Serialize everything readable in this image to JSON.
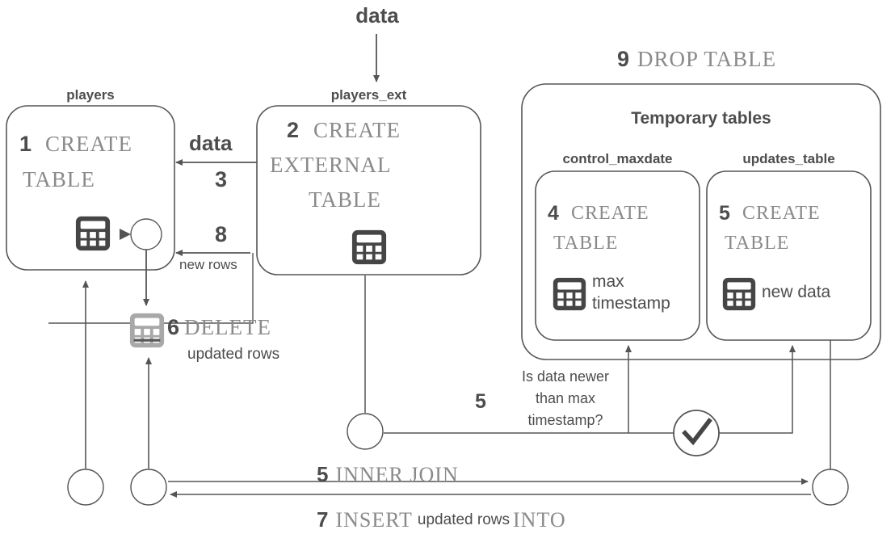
{
  "diagram": {
    "title_top_label": "data",
    "drop_step": {
      "number": "9",
      "sql": "DROP TABLE"
    },
    "boxes": {
      "players": {
        "title": "players",
        "step_number": "1",
        "sql_line1": "CREATE",
        "sql_line2": "TABLE",
        "icon": "table-icon"
      },
      "players_ext": {
        "title": "players_ext",
        "step_number": "2",
        "sql_line1": "CREATE",
        "sql_line2": "EXTERNAL",
        "sql_line3": "TABLE",
        "icon": "table-icon"
      },
      "temporary": {
        "title": "Temporary tables",
        "control_maxdate": {
          "title": "control_maxdate",
          "step_number": "4",
          "sql_line1": "CREATE",
          "sql_line2": "TABLE",
          "icon": "table-icon",
          "payload_line1": "max",
          "payload_line2": "timestamp"
        },
        "updates_table": {
          "title": "updates_table",
          "step_number": "5",
          "sql_line1": "CREATE",
          "sql_line2": "TABLE",
          "icon": "table-icon",
          "payload_line1": "new data"
        }
      }
    },
    "edges": {
      "data_to_players_label": "data",
      "data_to_players_number": "3",
      "new_rows_number": "8",
      "new_rows_label": "new rows",
      "delete_number": "6",
      "delete_sql": "DELETE",
      "delete_sub": "updated rows",
      "decision_number": "5",
      "decision_line1": "Is data newer",
      "decision_line2": "than max",
      "decision_line3": "timestamp?",
      "inner_join_number": "5",
      "inner_join_sql": "INNER JOIN",
      "insert_number": "7",
      "insert_sql_1": "INSERT",
      "insert_mid": "updated rows",
      "insert_sql_2": "INTO"
    },
    "icons": {
      "table": "table-icon",
      "table_deleted": "table-strikethrough-icon",
      "check": "check-circle-icon"
    },
    "colors": {
      "stroke": "#555555",
      "sql_text": "#8f8f8f",
      "label_text": "#4d4d4d",
      "icon_dark": "#454545",
      "icon_gray": "#a8a8a8",
      "background": "#ffffff"
    }
  }
}
